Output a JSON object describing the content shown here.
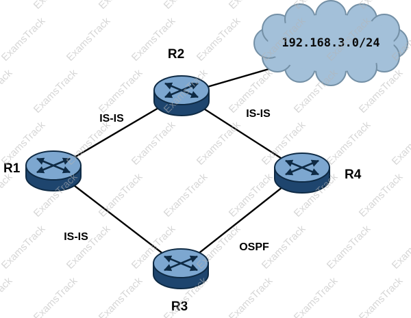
{
  "diagram": {
    "watermark": "ExamsTrack",
    "cloud": {
      "label": "192.168.3.0/24"
    },
    "routers": {
      "r1": {
        "label": "R1"
      },
      "r2": {
        "label": "R2"
      },
      "r3": {
        "label": "R3"
      },
      "r4": {
        "label": "R4"
      }
    },
    "links": {
      "r1_r2": {
        "from": "R1",
        "to": "R2",
        "label": "IS-IS"
      },
      "r2_r4": {
        "from": "R2",
        "to": "R4",
        "label": "IS-IS"
      },
      "r1_r3": {
        "from": "R1",
        "to": "R3",
        "label": "IS-IS"
      },
      "r3_r4": {
        "from": "R3",
        "to": "R4",
        "label": "OSPF"
      },
      "r2_cloud": {
        "from": "R2",
        "to": "192.168.3.0/24",
        "label": ""
      }
    },
    "colors": {
      "router_top": "#7da7d0",
      "router_body": "#1e456e",
      "router_outline": "#0e2a44",
      "cloud_fill": "#a3c0d9",
      "cloud_outline": "#7490a6",
      "link": "#000000",
      "label": "#000000",
      "watermark": "#b5b5b5"
    }
  }
}
